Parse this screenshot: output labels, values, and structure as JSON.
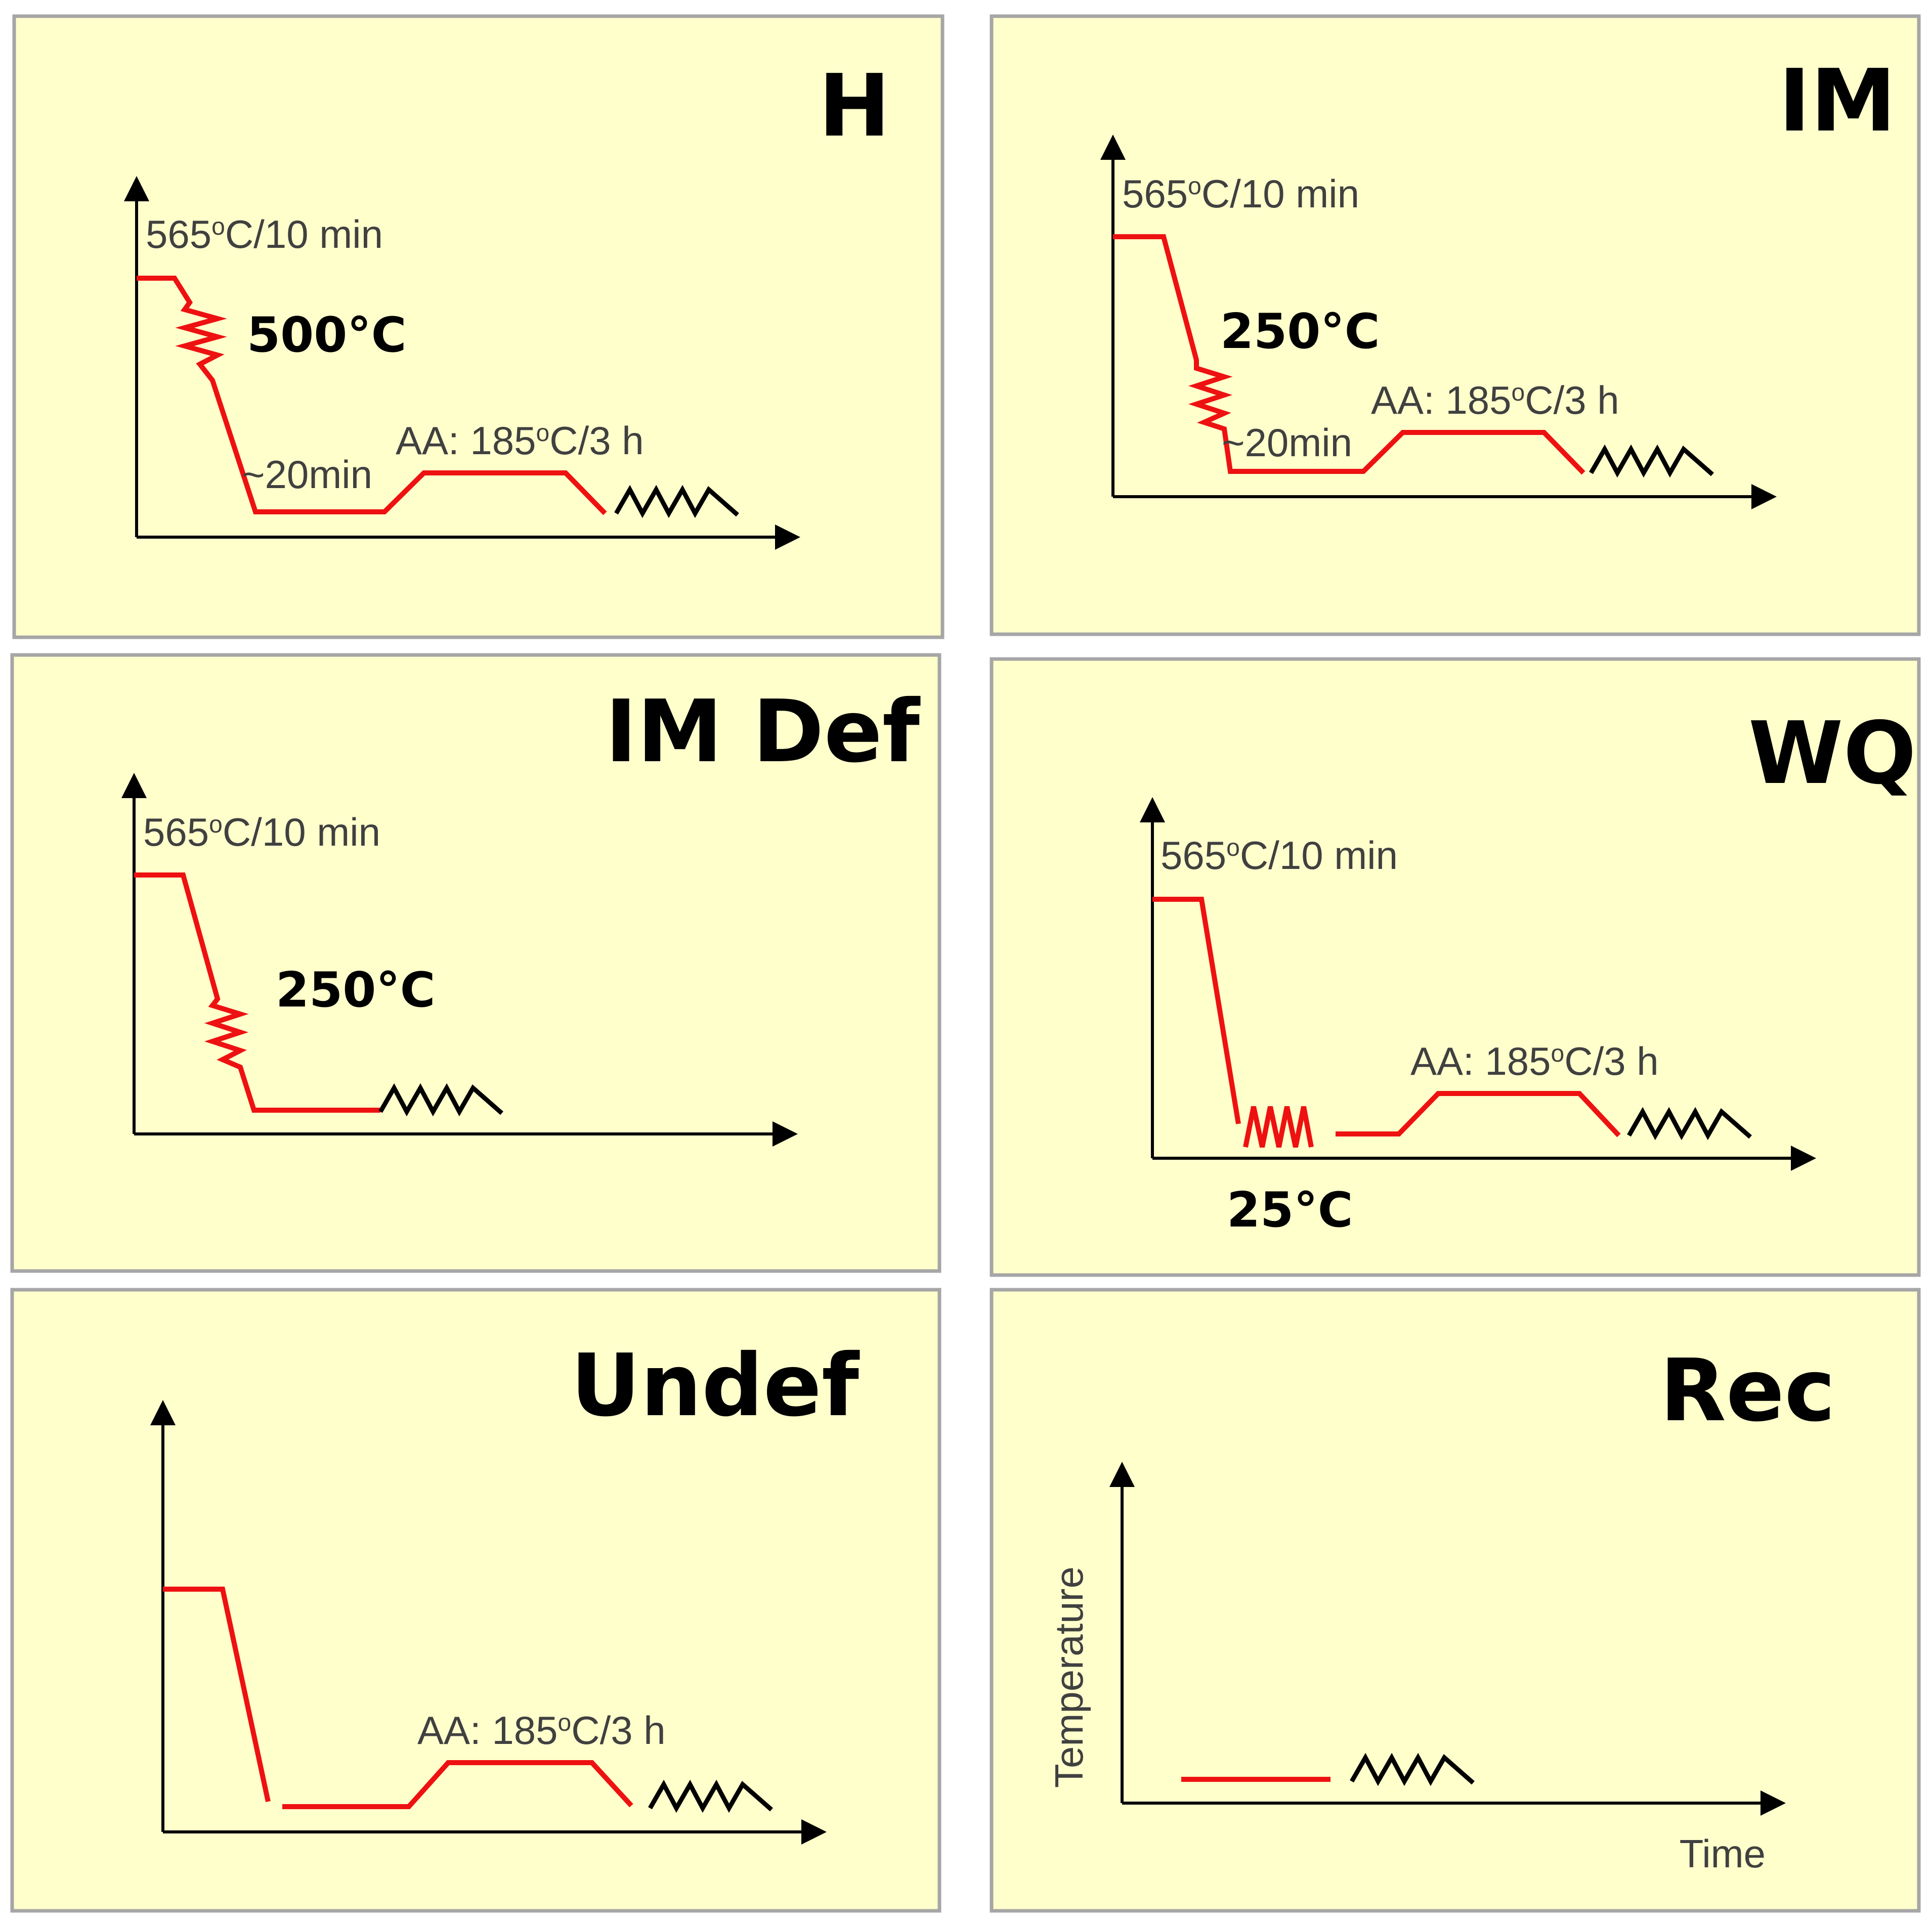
{
  "colors": {
    "panel_bg": "#ffffcc",
    "panel_border": "#a6a6a6",
    "profile_line": "#ee1111",
    "axis": "#000000"
  },
  "panels": [
    {
      "title": "H",
      "solution_label": {
        "main": "565",
        "sup": "o",
        "rest": "C/10 min"
      },
      "hold_temperature": "500°C",
      "hold_time": "~20min",
      "aging_label": {
        "main": "AA: 185",
        "sup": "o",
        "rest": "C/3 h"
      }
    },
    {
      "title": "IM",
      "solution_label": {
        "main": "565",
        "sup": "o",
        "rest": "C/10 min"
      },
      "hold_temperature": "250°C",
      "hold_time": "~20min",
      "aging_label": {
        "main": "AA: 185",
        "sup": "o",
        "rest": "C/3 h"
      }
    },
    {
      "title": "IM Def",
      "solution_label": {
        "main": "565",
        "sup": "o",
        "rest": "C/10 min"
      },
      "hold_temperature": "250°C"
    },
    {
      "title": "WQ",
      "solution_label": {
        "main": "565",
        "sup": "o",
        "rest": "C/10 min"
      },
      "quench_temperature": "25°C",
      "aging_label": {
        "main": "AA: 185",
        "sup": "o",
        "rest": "C/3 h"
      }
    },
    {
      "title": "Undef",
      "aging_label": {
        "main": "AA: 185",
        "sup": "o",
        "rest": "C/3 h"
      }
    },
    {
      "title": "Rec",
      "y_axis_label": "Temperature",
      "x_axis_label": "Time"
    }
  ]
}
